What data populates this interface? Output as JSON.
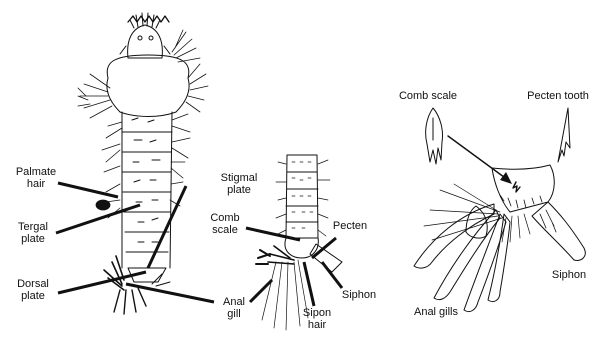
{
  "labels": {
    "palmate_hair": "Palmate\nhair",
    "tergal_plate": "Tergal\nplate",
    "dorsal_plate": "Dorsal\nplate",
    "stigmal_plate": "Stigmal\nplate",
    "comb_scale": "Comb\nscale",
    "pecten": "Pecten",
    "anal_gill": "Anal\ngill",
    "siphon": "Siphon",
    "sipon_hair": "Sipon\nhair",
    "comb_scale_detail": "Comb scale",
    "pecten_tooth": "Pecten tooth",
    "anal_gills": "Anal gills",
    "siphon_detail": "Siphon"
  },
  "colors": {
    "ink": "#111111",
    "paper": "#ffffff"
  }
}
